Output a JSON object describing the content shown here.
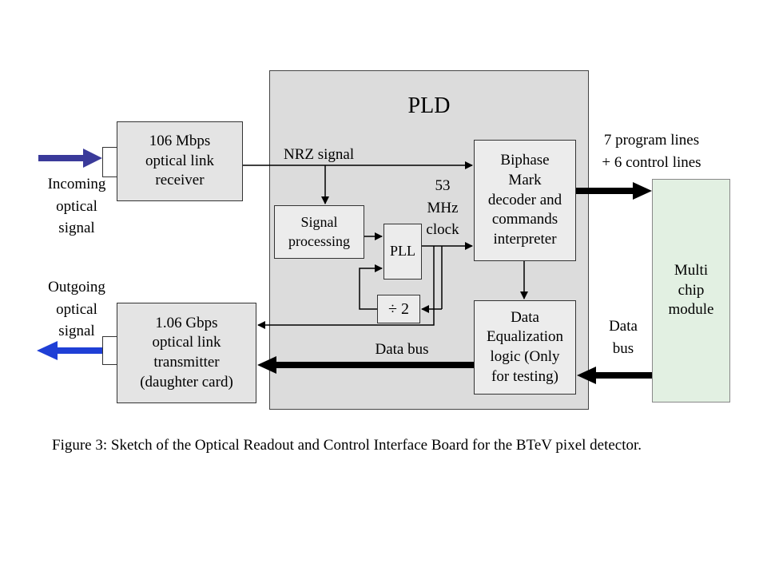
{
  "diagram": {
    "pld_title": "PLD",
    "receiver": "106 Mbps\noptical link\nreceiver",
    "transmitter": "1.06 Gbps\noptical link\ntransmitter\n(daughter card)",
    "signal_processing": "Signal\nprocessing",
    "pll": "PLL",
    "divider": "÷ 2",
    "biphase": "Biphase\nMark\ndecoder and\ncommands\ninterpreter",
    "data_equalization": "Data\nEqualization\nlogic (Only\nfor testing)",
    "multi_chip": "Multi\nchip\nmodule",
    "incoming_label": "Incoming\noptical\nsignal",
    "outgoing_label": "Outgoing\noptical\nsignal",
    "nrz_label": "NRZ signal",
    "clock_label": "53\nMHz\nclock",
    "program_lines_label": "7 program lines\n+ 6 control lines",
    "data_bus_label": "Data bus",
    "data_bus_right_label": "Data\nbus"
  },
  "caption": "Figure 3: Sketch of the Optical Readout and Control Interface Board for the BTeV pixel detector.",
  "colors": {
    "pld_fill": "#dcdcdc",
    "box_fill": "#e4e4e4",
    "multi_chip_fill": "#e2f0e2",
    "incoming_arrow": "#3a3a9a",
    "outgoing_arrow": "#1f3fd6"
  }
}
